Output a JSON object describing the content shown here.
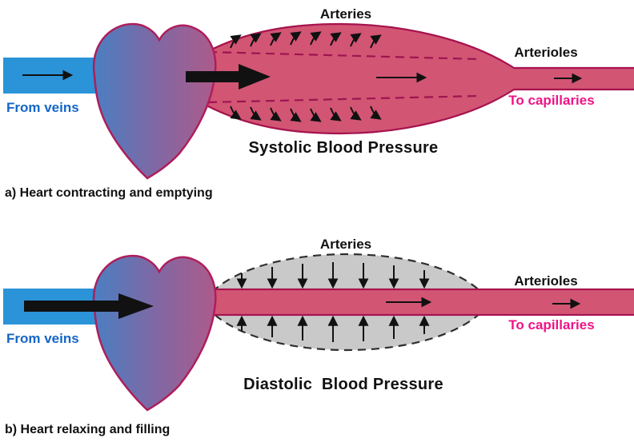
{
  "colors": {
    "vein_blue": "#2b93d8",
    "artery_pink": "#d25574",
    "artery_outline": "#a6134e",
    "dashed_wall": "#9e1450",
    "elastic_gray": "#c9c9c9",
    "heart_blue": "#4a7fc2",
    "heart_purple": "#7f68a4",
    "heart_rose": "#ad5b8a",
    "heart_outline": "#ae1e5c",
    "from_veins_text": "#1565c6",
    "to_capillaries_text": "#ee1486",
    "arrow_black": "#111111"
  },
  "panel_a": {
    "arteries": "Arteries",
    "arterioles": "Arterioles",
    "from_veins": "From veins",
    "to_capillaries": "To capillaries",
    "title": "Systolic Blood Pressure",
    "caption": "a) Heart contracting and emptying"
  },
  "panel_b": {
    "arteries": "Arteries",
    "arterioles": "Arterioles",
    "from_veins": "From veins",
    "to_capillaries": "To capillaries",
    "title": "Diastolic  Blood Pressure",
    "caption": "b) Heart relaxing and filling"
  }
}
